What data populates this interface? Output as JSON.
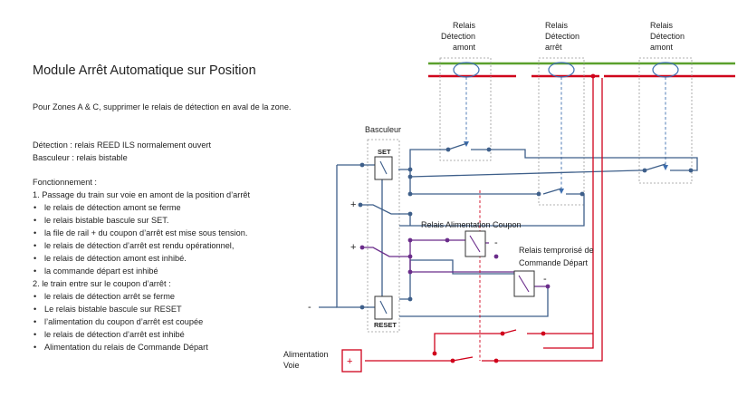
{
  "title": "Module Arrêt Automatique sur Position",
  "intro": "Pour Zones A & C, supprimer le relais de détection en aval de la zone.",
  "definitions": [
    "Détection  : relais REED ILS normalement ouvert",
    "Basculeur : relais bistable"
  ],
  "fonctionnement": {
    "heading": "Fonctionnement :",
    "step1": "1. Passage du train sur voie en amont de la position d’arrêt",
    "step1_items": [
      "le relais de détection amont se ferme",
      "le relais bistable bascule sur SET.",
      "la file de rail + du coupon d’arrêt est mise sous tension.",
      "le relais de détection d’arrêt est  rendu opérationnel,",
      "le relais de détection amont est inhibé.",
      "la commande départ est inhibé"
    ],
    "step2": "2. le train entre sur le coupon d’arrêt :",
    "step2_items": [
      "le relais de détection arrêt se ferme",
      "Le relais bistable bascule sur RESET",
      "l’alimentation du coupon d’arrêt est coupée",
      "le relais de détection d’arrêt est inhibé",
      "Alimentation du relais de Commande Départ"
    ]
  },
  "diagram": {
    "relay_amont_left": [
      "Relais",
      "Détection",
      "amont"
    ],
    "relay_arret": [
      "Relais",
      "Détection",
      "arrêt"
    ],
    "relay_amont_right": [
      "Relais",
      "Détection",
      "amont"
    ],
    "basculeur_label": "Basculeur",
    "set_label": "SET",
    "reset_label": "RESET",
    "relais_alim_coupon": "Relais Alimentation Coupon",
    "relais_temporise": [
      "Relais temprorisé de",
      "Commande Départ"
    ],
    "alimentation_voie": [
      "Alimentation",
      "Voie"
    ],
    "plus_sign": "+",
    "minus_sign": "-",
    "colors": {
      "green_rail": "#5aa02c",
      "red_rail": "#d0021b",
      "blue_wire": "#3e5f8a",
      "purple_wire": "#6a2c8a"
    }
  }
}
